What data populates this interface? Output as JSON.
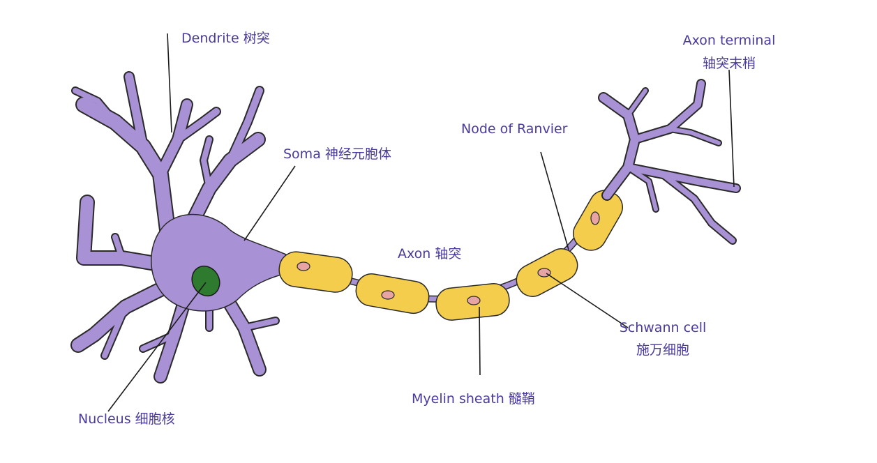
{
  "colors": {
    "neuron": "#a891d4",
    "neuron_outline": "#2a2a2a",
    "nucleus": "#2e7a2e",
    "myelin": "#f3cd4b",
    "schwann_nucleus": "#e8a3a3",
    "leader_line": "#1a1a1a",
    "label_text": "#4a3a9c"
  },
  "labels": {
    "dendrite": "Dendrite  树突",
    "axon_terminal_en": "Axon terminal",
    "axon_terminal_zh": "轴突末梢",
    "node_of_ranvier": "Node of  Ranvier",
    "soma": "Soma   神经元胞体",
    "axon": "Axon    轴突",
    "schwann_en": "Schwann cell",
    "schwann_zh": "施万细胞",
    "myelin_sheath": "Myelin sheath 髓鞘",
    "nucleus": "Nucleus 细胞核"
  }
}
